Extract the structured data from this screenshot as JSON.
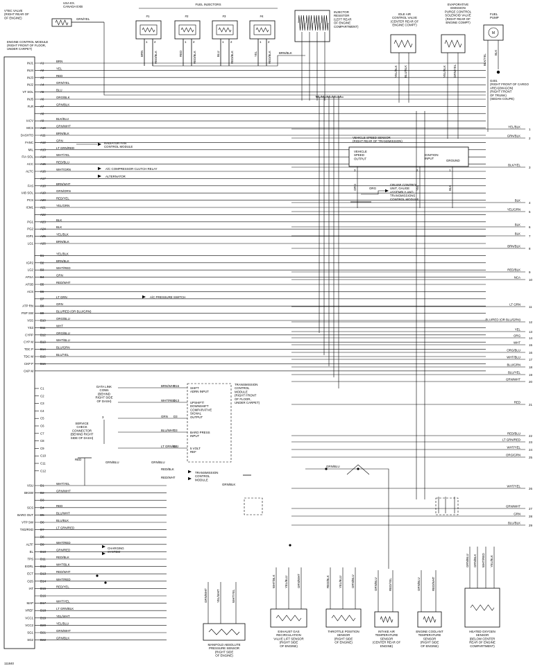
{
  "figure_id": "111840",
  "ecm": {
    "title_lines": [
      "ENGINE CONTROL MODULE",
      "(RIGHT FRONT OF FLOOR,",
      "UNDER CARPET)"
    ],
    "pins": [
      {
        "sig": "INJ1",
        "pin": "A1",
        "wire": "BRN"
      },
      {
        "sig": "INJ4",
        "pin": "A2",
        "wire": "YEL"
      },
      {
        "sig": "INJ3",
        "pin": "A3",
        "wire": "RED"
      },
      {
        "sig": "INJ2",
        "pin": "A4",
        "wire": "GRN/YEL"
      },
      {
        "sig": "VT SOL",
        "pin": "A5",
        "wire": "BLU"
      },
      {
        "sig": "INJ5",
        "pin": "A6",
        "wire": "ORG/BLK"
      },
      {
        "sig": "FLR",
        "pin": "A7",
        "wire": "GRN/BLK"
      },
      {
        "sig": "",
        "pin": "A8",
        "wire": ""
      },
      {
        "sig": "IACV",
        "pin": "A9",
        "wire": "BLK/BLU"
      },
      {
        "sig": "MCS",
        "pin": "A10",
        "wire": "GRN/WHT"
      },
      {
        "sig": "DASHTO",
        "pin": "A11",
        "wire": "BRN/BLK"
      },
      {
        "sig": "FANC",
        "pin": "A12",
        "wire": "GRN"
      },
      {
        "sig": "MIL",
        "pin": "A13",
        "wire": "LT GRN/RED"
      },
      {
        "sig": "FIA SOL",
        "pin": "A14",
        "wire": "WHT/YEL"
      },
      {
        "sig": "ACC",
        "pin": "A15",
        "wire": "RED/BLU"
      },
      {
        "sig": "ALTC",
        "pin": "A16",
        "wire": "WHT/GRN"
      },
      {
        "sig": "",
        "pin": "A17",
        "wire": ""
      },
      {
        "sig": "FAS",
        "pin": "A18",
        "wire": "BRN/WHT"
      },
      {
        "sig": "IAB SOL",
        "pin": "A19",
        "wire": "GRN/ORN"
      },
      {
        "sig": "PCS",
        "pin": "A20",
        "wire": "RED/YEL"
      },
      {
        "sig": "ICM1",
        "pin": "A21",
        "wire": "YEL/GRN"
      },
      {
        "sig": "",
        "pin": "A22",
        "wire": ""
      },
      {
        "sig": "PG1",
        "pin": "A23",
        "wire": "BLK"
      },
      {
        "sig": "PG2",
        "pin": "A24",
        "wire": "BLK"
      },
      {
        "sig": "IGP1",
        "pin": "A25",
        "wire": "YEL/BLK"
      },
      {
        "sig": "LG1",
        "pin": "A26",
        "wire": "BRN/BLK"
      },
      {
        "sig": "",
        "pin": "B1",
        "wire": "YEL/BLK"
      },
      {
        "sig": "IGP2",
        "pin": "B2",
        "wire": "BRN/BLK"
      },
      {
        "sig": "LG2",
        "pin": "B3",
        "wire": "WHT/RED"
      },
      {
        "sig": "AFSA",
        "pin": "B4",
        "wire": "GRN"
      },
      {
        "sig": "AFSB",
        "pin": "B5",
        "wire": "RED/WHT"
      },
      {
        "sig": "ACS",
        "pin": "B6",
        "wire": ""
      },
      {
        "sig": "",
        "pin": "B7",
        "wire": "LT GRN"
      },
      {
        "sig": "ATP RN",
        "pin": "B8",
        "wire": "GRN"
      },
      {
        "sig": "PSP SW",
        "pin": "B9",
        "wire": "BLU/RED (OR BLU/GRN)"
      },
      {
        "sig": "VSS",
        "pin": "B10",
        "wire": "ORG/BLU"
      },
      {
        "sig": "YS3",
        "pin": "B11",
        "wire": "WHT"
      },
      {
        "sig": "CYPP",
        "pin": "B12",
        "wire": "ORG/BLU"
      },
      {
        "sig": "CYP M",
        "pin": "B13",
        "wire": "WHT/BLU"
      },
      {
        "sig": "TDC P",
        "pin": "B14",
        "wire": "BLU/GRN"
      },
      {
        "sig": "TDC M",
        "pin": "B15",
        "wire": "BLU/YEL"
      },
      {
        "sig": "CKP P",
        "pin": "B16",
        "wire": ""
      },
      {
        "sig": "CKP M",
        "pin": "",
        "wire": ""
      }
    ],
    "pins_c": [
      {
        "sig": "",
        "pin": "C1"
      },
      {
        "sig": "",
        "pin": "C2"
      },
      {
        "sig": "",
        "pin": "C3"
      },
      {
        "sig": "",
        "pin": "C4"
      },
      {
        "sig": "",
        "pin": "C5"
      },
      {
        "sig": "",
        "pin": "C6"
      },
      {
        "sig": "",
        "pin": "C7"
      },
      {
        "sig": "",
        "pin": "C8"
      },
      {
        "sig": "",
        "pin": "C9"
      },
      {
        "sig": "",
        "pin": "C10"
      },
      {
        "sig": "",
        "pin": "C11"
      },
      {
        "sig": "",
        "pin": "C12"
      }
    ],
    "pins_d": [
      {
        "sig": "VSU",
        "pin": "D1",
        "wire": "WHT/YEL"
      },
      {
        "sig": "BKSW",
        "pin": "D2",
        "wire": "GRN/WHT"
      },
      {
        "sig": "",
        "pin": "D3",
        "wire": ""
      },
      {
        "sig": "SCS",
        "pin": "D4",
        "wire": "RED"
      },
      {
        "sig": "BARO OUT",
        "pin": "D5",
        "wire": "BLU/WHT"
      },
      {
        "sig": "VTP SW",
        "pin": "D6",
        "wire": "BLU/BLK"
      },
      {
        "sig": "TXD/RXD",
        "pin": "D7",
        "wire": "LT GRN/RED"
      },
      {
        "sig": "",
        "pin": "D8",
        "wire": ""
      },
      {
        "sig": "ALTF",
        "pin": "D9",
        "wire": "WHT/RED"
      },
      {
        "sig": "EL",
        "pin": "D10",
        "wire": "GRN/RED"
      },
      {
        "sig": "TPS",
        "pin": "D11",
        "wire": "RED/BLK"
      },
      {
        "sig": "EGRL",
        "pin": "D12",
        "wire": "WHT/BLK"
      },
      {
        "sig": "ECT",
        "pin": "D13",
        "wire": "RED/WHT"
      },
      {
        "sig": "O2S",
        "pin": "D14",
        "wire": "WHT/RED"
      },
      {
        "sig": "IAT",
        "pin": "D15",
        "wire": "RED/YEL"
      },
      {
        "sig": "",
        "pin": "D16",
        "wire": ""
      },
      {
        "sig": "MAP",
        "pin": "D17",
        "wire": "WHT/YEL"
      },
      {
        "sig": "VREF",
        "pin": "D18",
        "wire": "LT GRN/BLK"
      },
      {
        "sig": "VCC1",
        "pin": "D19",
        "wire": "YEL/WHT"
      },
      {
        "sig": "VCC2",
        "pin": "D20",
        "wire": "YEL/BLU"
      },
      {
        "sig": "SG1",
        "pin": "D21",
        "wire": "GRN/WHT"
      },
      {
        "sig": "SG2",
        "pin": "D22",
        "wire": "GRN/BLK"
      }
    ]
  },
  "top": {
    "vtec": {
      "lines": [
        "VTEC VALVE",
        "(RIGHT REAR OF",
        "OF ENGINE)"
      ],
      "note": [
        "USA EX.",
        "CANADA EXB"
      ],
      "wire": "GRN/YEL"
    },
    "fuel_injectors": {
      "title": "FUEL INJECTORS",
      "labels": [
        "#1",
        "#2",
        "#3",
        "#4"
      ],
      "wires": [
        [
          "BRN",
          "RED/BLK"
        ],
        [
          "RED",
          "RED/BLK"
        ],
        [
          "BLU",
          "RED/BLK"
        ],
        [
          "YEL",
          "RED/BLK"
        ]
      ]
    },
    "injector_resistor": {
      "lines": [
        "INJECTOR",
        "RESISTOR",
        "(LEFT REAR",
        "OF ENGINE",
        "COMPARTMENT)"
      ],
      "wire": "BRN/BLK"
    },
    "iac_valve": {
      "lines": [
        "IDLE AIR",
        "CONTROL VALVE",
        "(CENTER REAR OF",
        "ENGINE COMPT)"
      ],
      "wires": [
        "YEL/BLK",
        "BLU/BLK"
      ]
    },
    "evap": {
      "lines": [
        "EVAPORATIVE",
        "EMISSION",
        "PURGE CONTROL",
        "SOLENOID VALVE",
        "(RIGHT REAR OF",
        "ENGINE COMPT)"
      ],
      "wires": [
        "YEL/BLK",
        "GRN/YEL"
      ]
    },
    "fuel_pump": {
      "lines": [
        "FUEL",
        "PUMP"
      ],
      "wires": [
        "BLK/YEL",
        "BLK"
      ],
      "ground": [
        "G401",
        "(RIGHT FRONT OF CARGO",
        "AREA)(WAGON)",
        "(RIGHT FRONT",
        "OF TRUNK)",
        "(SEDAN COUPE)"
      ]
    }
  },
  "vss": {
    "lines": [
      "VEHICLE SPEED SENSOR",
      "(RIGHT REAR OF TRANSMISSION)"
    ],
    "inner": {
      "output": [
        "VEHICLE",
        "SPEED",
        "OUTPUT"
      ],
      "ign": [
        "IGNITION",
        "INPUT"
      ],
      "gnd": [
        "GROUND"
      ]
    },
    "pins": [
      "3",
      "2",
      "1"
    ],
    "wires": [
      "ORG",
      "YEL",
      "BLK"
    ],
    "cruise": [
      "CRUISE CONTROL",
      "UNIT, GAUGE",
      "ASSEMBLY AND",
      "TRANSMISSIONS",
      "CONTROL MODULE"
    ],
    "cruise_wire": "ORG"
  },
  "mid_refs": {
    "radiator": [
      "RADIATOR FAN",
      "CONTROL MODULE"
    ],
    "ac_relay": "A/C COMPRESSOR CLUTCH RELAY",
    "alternator": "ALTERNATOR",
    "ac_switch": "A/C PRESSURE SWITCH",
    "charging": [
      "CHARGING",
      "SYSTEM"
    ],
    "tcm_box": [
      "TRANSMISSION",
      "CONTROL",
      "MODULE"
    ]
  },
  "tcm": {
    "lines": [
      "TRANSMISSION",
      "CONTROL",
      "MODULE",
      "(RIGHT FRONT",
      "OF FLOOR,",
      "UNDER CARPET)"
    ],
    "pins": [
      {
        "wire": "BRN/WHT",
        "pin": "D16",
        "label": [
          "SHIFT",
          "ADRN INPUT"
        ]
      },
      {
        "wire": "WHT/RED",
        "pin": "D13",
        "label": [
          "UPSHIFT/",
          "DOWNSHIFT",
          "COMPARATIVE",
          "SIGNAL",
          "OUTPUT"
        ]
      },
      {
        "wire": "GRN",
        "pin": "D3",
        "label": []
      },
      {
        "wire": "BLU/WHT",
        "pin": "D3",
        "label": [
          "BARO PRESS",
          "INPUT"
        ]
      },
      {
        "wire": "LT GRN/BLU",
        "pin": "D7",
        "label": [
          "5 VOLT",
          "REF"
        ]
      }
    ]
  },
  "data_link": {
    "lines": [
      "DATA LINK",
      "CONN",
      "(BEHIND",
      "RIGHT SIDE",
      "OF DASH)"
    ],
    "pin": "3"
  },
  "service": {
    "lines": [
      "SERVICE",
      "CHECK",
      "CONNECTOR",
      "(BEHIND RIGHT",
      "SIDE OF DASH)"
    ],
    "wire": "RED"
  },
  "right_edge": [
    {
      "wire": "YEL/BLK",
      "num": "1"
    },
    {
      "wire": "GRN/BLK",
      "num": "2"
    },
    {
      "wire": "BLK/YEL",
      "num": "3"
    },
    {
      "wire": "BLK",
      "num": "4"
    },
    {
      "wire": "YEL/GRN",
      "num": "5"
    },
    {
      "wire": "BLK",
      "num": "6"
    },
    {
      "wire": "BLK",
      "num": "7"
    },
    {
      "wire": "BRN/BLK",
      "num": "8"
    },
    {
      "wire": "RED/BLK",
      "num": "9"
    },
    {
      "wire": "NCA",
      "num": "10"
    },
    {
      "wire": "LT GRN",
      "num": "11"
    },
    {
      "wire": "BLU/RED (OR BLU/GRN)",
      "num": "12"
    },
    {
      "wire": "YEL",
      "num": "13"
    },
    {
      "wire": "ORG",
      "num": "14"
    },
    {
      "wire": "WHT",
      "num": "15"
    },
    {
      "wire": "ORG/BLU",
      "num": "16"
    },
    {
      "wire": "WHT/BLU",
      "num": "17"
    },
    {
      "wire": "BLU/GRN",
      "num": "18"
    },
    {
      "wire": "BLU/YEL",
      "num": "19"
    },
    {
      "wire": "GRN/WHT",
      "num": "20"
    },
    {
      "wire": "RED",
      "num": "21"
    },
    {
      "wire": "RED/BLU",
      "num": "22"
    },
    {
      "wire": "LT GRN/RED",
      "num": "23"
    },
    {
      "wire": "WHT/YEL",
      "num": "24"
    },
    {
      "wire": "ORG/GRN",
      "num": "25"
    },
    {
      "wire": "WHT/YEL",
      "num": "26"
    },
    {
      "wire": "GRN/WHT",
      "num": "27"
    },
    {
      "wire": "GRN",
      "num": "28"
    },
    {
      "wire": "BLU/BLK",
      "num": "29"
    }
  ],
  "bottom": {
    "map": {
      "lines": [
        "MANIFOLD ABSOLUTE",
        "PRESSURE SENSOR",
        "(RIGHT SIDE",
        "OF ENGINE)"
      ],
      "wires": [
        "GRN/WHT",
        "YEL/WHT",
        "WHT/YEL"
      ]
    },
    "egr": {
      "lines": [
        "EXHAUST GAS",
        "RECIRCULATION",
        "VALVE LIFT SENSOR",
        "(RIGHT SIDE",
        "OF ENGINE)"
      ],
      "wires": [
        "WHT/BLK",
        "YEL/BLU",
        "GRN/WHT"
      ]
    },
    "tps": {
      "lines": [
        "THROTTLE POSITION",
        "SENSOR",
        "(RIGHT SIDE",
        "OF ENGINE)"
      ],
      "wires": [
        "RED/BLK",
        "YEL/BLU",
        "GRN/BLU"
      ]
    },
    "iat": {
      "lines": [
        "INTAKE AIR",
        "TEMPERATURE",
        "SENSOR",
        "(CENTER REAR OF",
        "ENGINE)"
      ],
      "wires": [
        "GRN/BLU",
        "RED/YEL"
      ]
    },
    "ect": {
      "lines": [
        "ENGINE COOLANT",
        "TEMPERATURE",
        "SENSOR",
        "(RIGHT SIDE",
        "OF ENGINE)"
      ],
      "wires": [
        "GRN/BLU",
        "RED/WHT"
      ]
    },
    "o2": {
      "lines": [
        "HEATED OXYGEN",
        "SENSOR",
        "(BELOW CENTER",
        "REAR OF ENGINE",
        "COMPARTMENT)"
      ],
      "wires": [
        "GRN/BLU",
        "GRN/BLK",
        "WHT/RED",
        "YEL/BLK"
      ]
    }
  },
  "misc": {
    "grn_blu": "GRN/BLU",
    "grn_blk": "GRN/BLK",
    "red_blk": "RED/BLK",
    "red_wht": "RED/WHT"
  }
}
